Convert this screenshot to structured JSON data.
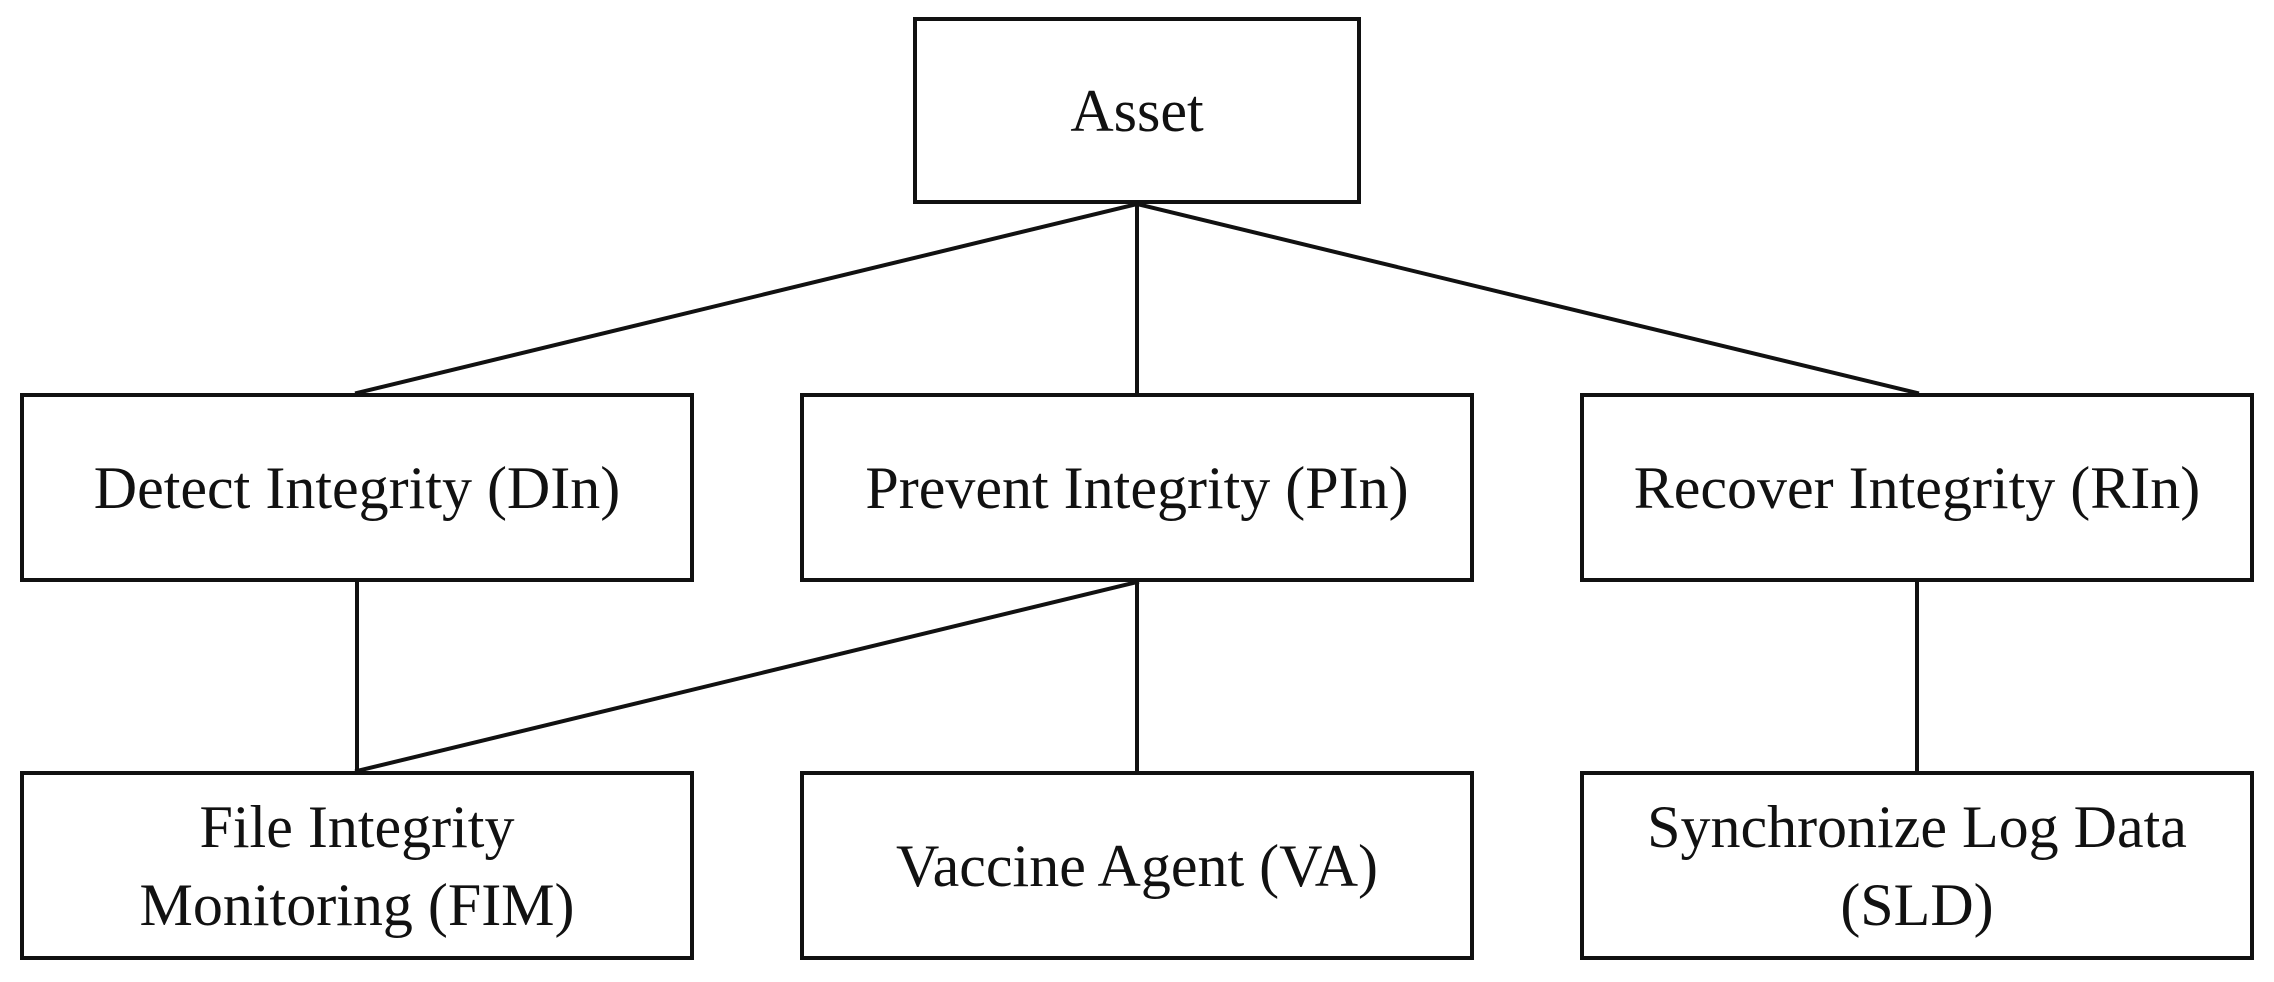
{
  "diagram": {
    "nodes": {
      "asset": "Asset",
      "detect": "Detect Integrity (DIn)",
      "prevent": "Prevent Integrity (PIn)",
      "recover": "Recover Integrity (RIn)",
      "fim": "File Integrity\nMonitoring (FIM)",
      "va": "Vaccine Agent (VA)",
      "sld": "Synchronize Log Data\n(SLD)"
    },
    "edges": [
      [
        "asset",
        "detect"
      ],
      [
        "asset",
        "prevent"
      ],
      [
        "asset",
        "recover"
      ],
      [
        "detect",
        "fim"
      ],
      [
        "prevent",
        "fim"
      ],
      [
        "prevent",
        "va"
      ],
      [
        "recover",
        "sld"
      ]
    ],
    "colors": {
      "stroke": "#111111",
      "background": "#ffffff"
    }
  }
}
